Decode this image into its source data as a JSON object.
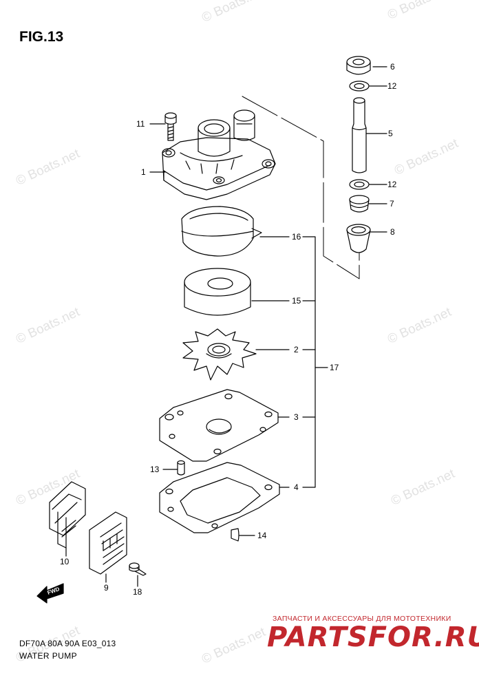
{
  "figure": {
    "title": "FIG.13"
  },
  "watermark": {
    "text": "© Boats.net"
  },
  "callouts": [
    "1",
    "2",
    "3",
    "4",
    "5",
    "6",
    "7",
    "8",
    "9",
    "10",
    "11",
    "12",
    "12",
    "13",
    "14",
    "15",
    "16",
    "17",
    "18"
  ],
  "direction_marker": "FWD",
  "diagram_code": "DF70A 80A 90A E03_013",
  "caption": "WATER PUMP",
  "brand": {
    "tagline": "ЗАПЧАСТИ И АКСЕССУАРЫ ДЛЯ МОТОТЕХНИКИ",
    "logo": "PARTSFOR.RU"
  }
}
